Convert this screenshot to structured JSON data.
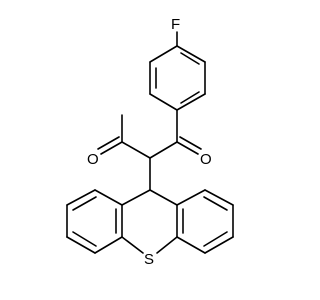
{
  "atoms": {
    "fluorine": "F",
    "oxygen_ketone_left": "O",
    "oxygen_ketone_right": "O",
    "sulfur": "S"
  }
}
